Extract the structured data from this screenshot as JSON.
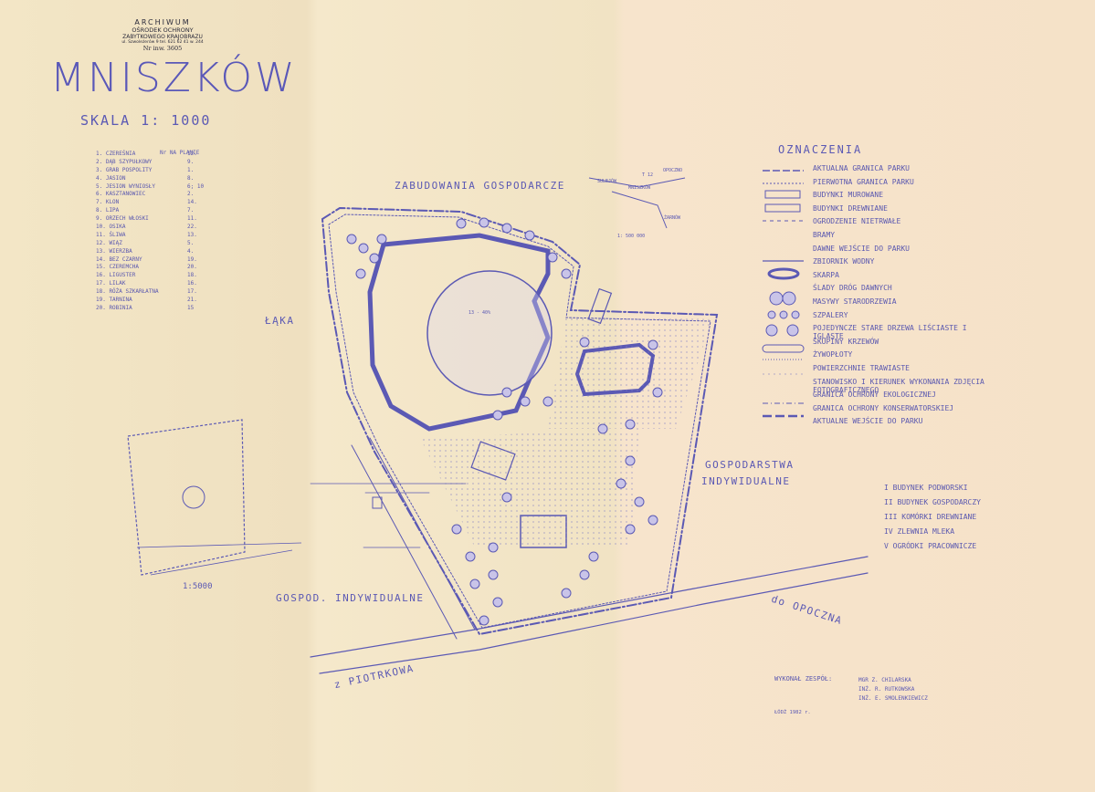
{
  "archive_stamp": {
    "line1": "ARCHIWUM",
    "line2": "OŚRODEK OCHRONY",
    "line3": "ZABYTKOWEGO KRAJOBRAZU",
    "line4": "ul. Szwoleżerów 9 tel. 621 62 41 w. 244",
    "line5": "Nr inw. 3605"
  },
  "title": "MNISZKÓW",
  "scale": "SKALA 1: 1000",
  "species_header": "Nr NA PLANIE",
  "species": [
    {
      "name": "1. CZEREŚNIA",
      "no": "12."
    },
    {
      "name": "2. DĄB SZYPUŁKOWY",
      "no": "9."
    },
    {
      "name": "3. GRAB POSPOLITY",
      "no": "1."
    },
    {
      "name": "4. JASION",
      "no": "8."
    },
    {
      "name": "5. JESION WYNIOSŁY",
      "no": "6; 10"
    },
    {
      "name": "6. KASZTANOWIEC",
      "no": "2."
    },
    {
      "name": "7. KLON",
      "no": "14."
    },
    {
      "name": "8. LIPA",
      "no": "7."
    },
    {
      "name": "9. ORZECH WŁOSKI",
      "no": "11."
    },
    {
      "name": "10. OSIKA",
      "no": "22."
    },
    {
      "name": "11. ŚLIWA",
      "no": "13."
    },
    {
      "name": "12. WIĄZ",
      "no": "5."
    },
    {
      "name": "13. WIERZBA",
      "no": "4."
    },
    {
      "name": "14. BEZ CZARNY",
      "no": "19."
    },
    {
      "name": "15. CZEREMCHA",
      "no": "20."
    },
    {
      "name": "16. LIGUSTER",
      "no": "18."
    },
    {
      "name": "17. LILAK",
      "no": "16."
    },
    {
      "name": "18. RÓŻA SZKARŁATNA",
      "no": "17."
    },
    {
      "name": "19. TARNINA",
      "no": "21."
    },
    {
      "name": "20. ROBINIA",
      "no": "15"
    }
  ],
  "map_labels": {
    "north_buildings": "ZABUDOWANIA GOSPODARCZE",
    "meadow": "ŁĄKA",
    "farms_right_1": "GOSPODARSTWA",
    "farms_right_2": "INDYWIDUALNE",
    "farms_bottom": "GOSPOD. INDYWIDUALNE",
    "to_opoczno": "do OPOCZNA",
    "from_piotrkow": "z PIOTRKOWA",
    "inset_scale": "1:5000",
    "locator_scale": "1: 500 000",
    "locator_opoczno": "OPOCZNO",
    "locator_sulejow": "SULEJÓW",
    "locator_mniszkow": "MNISZKÓW",
    "locator_road": "T 12",
    "locator_zarnow": "ŻARNÓW",
    "island_label": "13 - 40%"
  },
  "legend_title": "OZNACZENIA",
  "legend": [
    "AKTUALNA GRANICA PARKU",
    "PIERWOTNA GRANICA PARKU",
    "BUDYNKI MUROWANE",
    "BUDYNKI DREWNIANE",
    "OGRODZENIE NIETRWAŁE",
    "BRAMY",
    "DAWNE WEJŚCIE DO PARKU",
    "ZBIORNIK WODNY",
    "SKARPA",
    "ŚLADY DRÓG DAWNYCH",
    "MASYWY STARODRZEWIA",
    "SZPALERY",
    "POJEDYNCZE STARE DRZEWA LIŚCIASTE I IGLASTE",
    "SKUPINY KRZEWÓW",
    "ŻYWOPŁOTY",
    "POWIERZCHNIE TRAWIASTE",
    "STANOWISKO I KIERUNEK WYKONANIA ZDJĘCIA FOTOGRAFICZNEGO",
    "GRANICA OCHRONY EKOLOGICZNEJ",
    "GRANICA OCHRONY KONSERWATORSKIEJ",
    "AKTUALNE WEJŚCIE DO PARKU"
  ],
  "buildings": [
    "I BUDYNEK PODWORSKI",
    "II BUDYNEK GOSPODARCZY",
    "III KOMÓRKI DREWNIANE",
    "IV ZLEWNIA MLEKA",
    "V OGRÓDKI PRACOWNICZE"
  ],
  "team": {
    "label": "WYKONAŁ ZESPÓŁ:",
    "members": [
      "MGR Z. CHILARSKA",
      "INŻ. R. RUTKOWSKA",
      "INŻ. E. SMOLENKIEWICZ"
    ],
    "date": "ŁÓDŹ 1982 r."
  },
  "colors": {
    "ink": "#5b59b4",
    "paper": "#f2e4c5"
  }
}
